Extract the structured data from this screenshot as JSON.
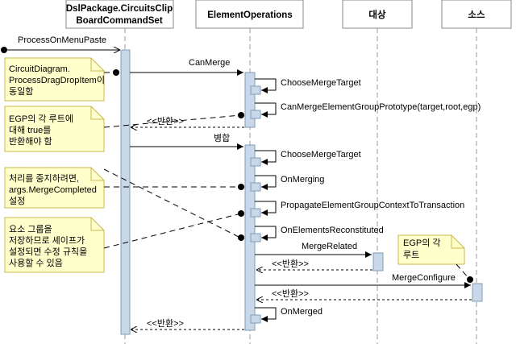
{
  "lifelines": {
    "dsl": {
      "line1": "DslPackage.CircuitsClip",
      "line2": "BoardCommandSet"
    },
    "ops": {
      "label": "ElementOperations"
    },
    "target": {
      "label": "대상"
    },
    "source": {
      "label": "소스"
    }
  },
  "messages": {
    "process_on_menu_paste": "ProcessOnMenuPaste",
    "can_merge": "CanMerge",
    "choose_merge_target_1": "ChooseMergeTarget",
    "can_merge_prototype": "CanMergeElementGroupPrototype(target,root,egp)",
    "return_1": "<<반환>>",
    "merge": "병합",
    "choose_merge_target_2": "ChooseMergeTarget",
    "on_merging": "OnMerging",
    "propagate": "PropagateElementGroupContextToTransaction",
    "on_elements_reconstituted": "OnElementsReconstituted",
    "merge_related": "MergeRelated",
    "return_2": "<<반환>>",
    "merge_configure": "MergeConfigure",
    "return_3": "<<반환>>",
    "on_merged": "OnMerged",
    "return_4": "<<반환>>"
  },
  "notes": {
    "note1": {
      "line1": "CircuitDiagram.",
      "line2": "ProcessDragDropItem이",
      "line3": "동일함"
    },
    "note2": {
      "line1": "EGP의 각 루트에",
      "line2": "대해 true를",
      "line3": "반환해야 함"
    },
    "note3": {
      "line1": "처리를 중지하려면,",
      "line2": "args.MergeCompleted",
      "line3": "설정"
    },
    "note4": {
      "line1": "요소 그룹을",
      "line2": "저장하므로 셰이프가",
      "line3": "설정되면 수정 규칙을",
      "line4": "사용할 수 있음"
    },
    "note5": {
      "line1": "EGP의 각",
      "line2": "루트"
    }
  },
  "colors": {
    "activation_fill": "#c8d8e8",
    "activation_stroke": "#7f9db9",
    "note_fill": "#ffffcc",
    "note_stroke": "#c8b850"
  }
}
